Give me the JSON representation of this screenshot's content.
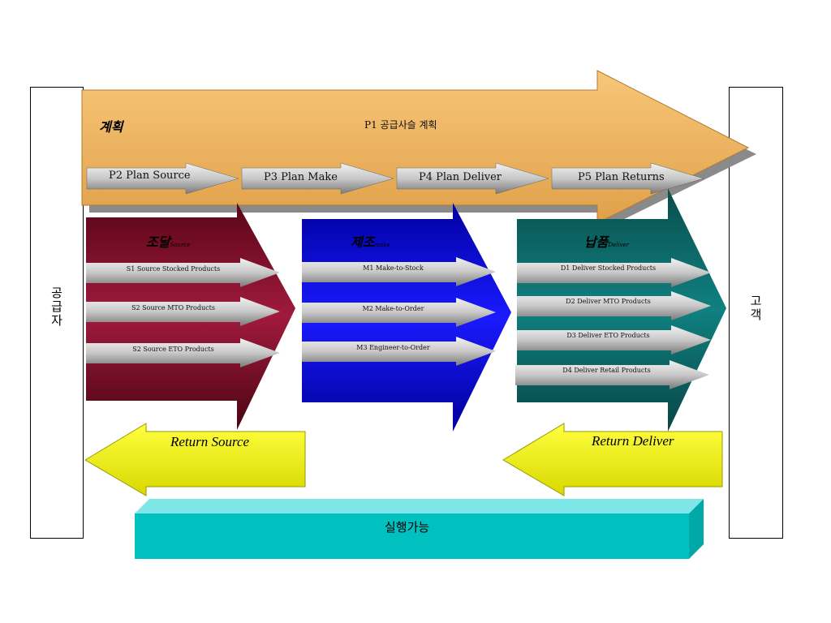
{
  "supplier": {
    "label": "공\n급\n자"
  },
  "customer": {
    "label": "고\n객"
  },
  "plan": {
    "title": "계획",
    "p1": "P1 공급사슬 계획",
    "p2": "P2 Plan Source",
    "p3": "P3 Plan Make",
    "p4": "P4 Plan Deliver",
    "p5": "P5 Plan Returns"
  },
  "source": {
    "title": "조달",
    "subtitle": "Source",
    "items": [
      "S1 Source Stocked Products",
      "S2 Source MTO Products",
      "S2 Source ETO Products"
    ]
  },
  "make": {
    "title": "제조",
    "subtitle": "make",
    "items": [
      "M1 Make-to-Stock",
      "M2 Make-to-Order",
      "M3 Engineer-to-Order"
    ]
  },
  "deliver": {
    "title": "납품",
    "subtitle": "Deliver",
    "items": [
      "D1 Deliver Stocked Products",
      "D2 Deliver MTO Products",
      "D3 Deliver ETO Products",
      "D4 Deliver Retail Products"
    ]
  },
  "returns": {
    "source": "Return Source",
    "deliver": "Return Deliver"
  },
  "enable": {
    "label": "실행가능"
  },
  "colors": {
    "plan": "#f3b25a",
    "source": "#8a0f2c",
    "make": "#1010f0",
    "deliver": "#0b6b6b",
    "returns": "#f0f000",
    "enable": "#00c0c0"
  }
}
